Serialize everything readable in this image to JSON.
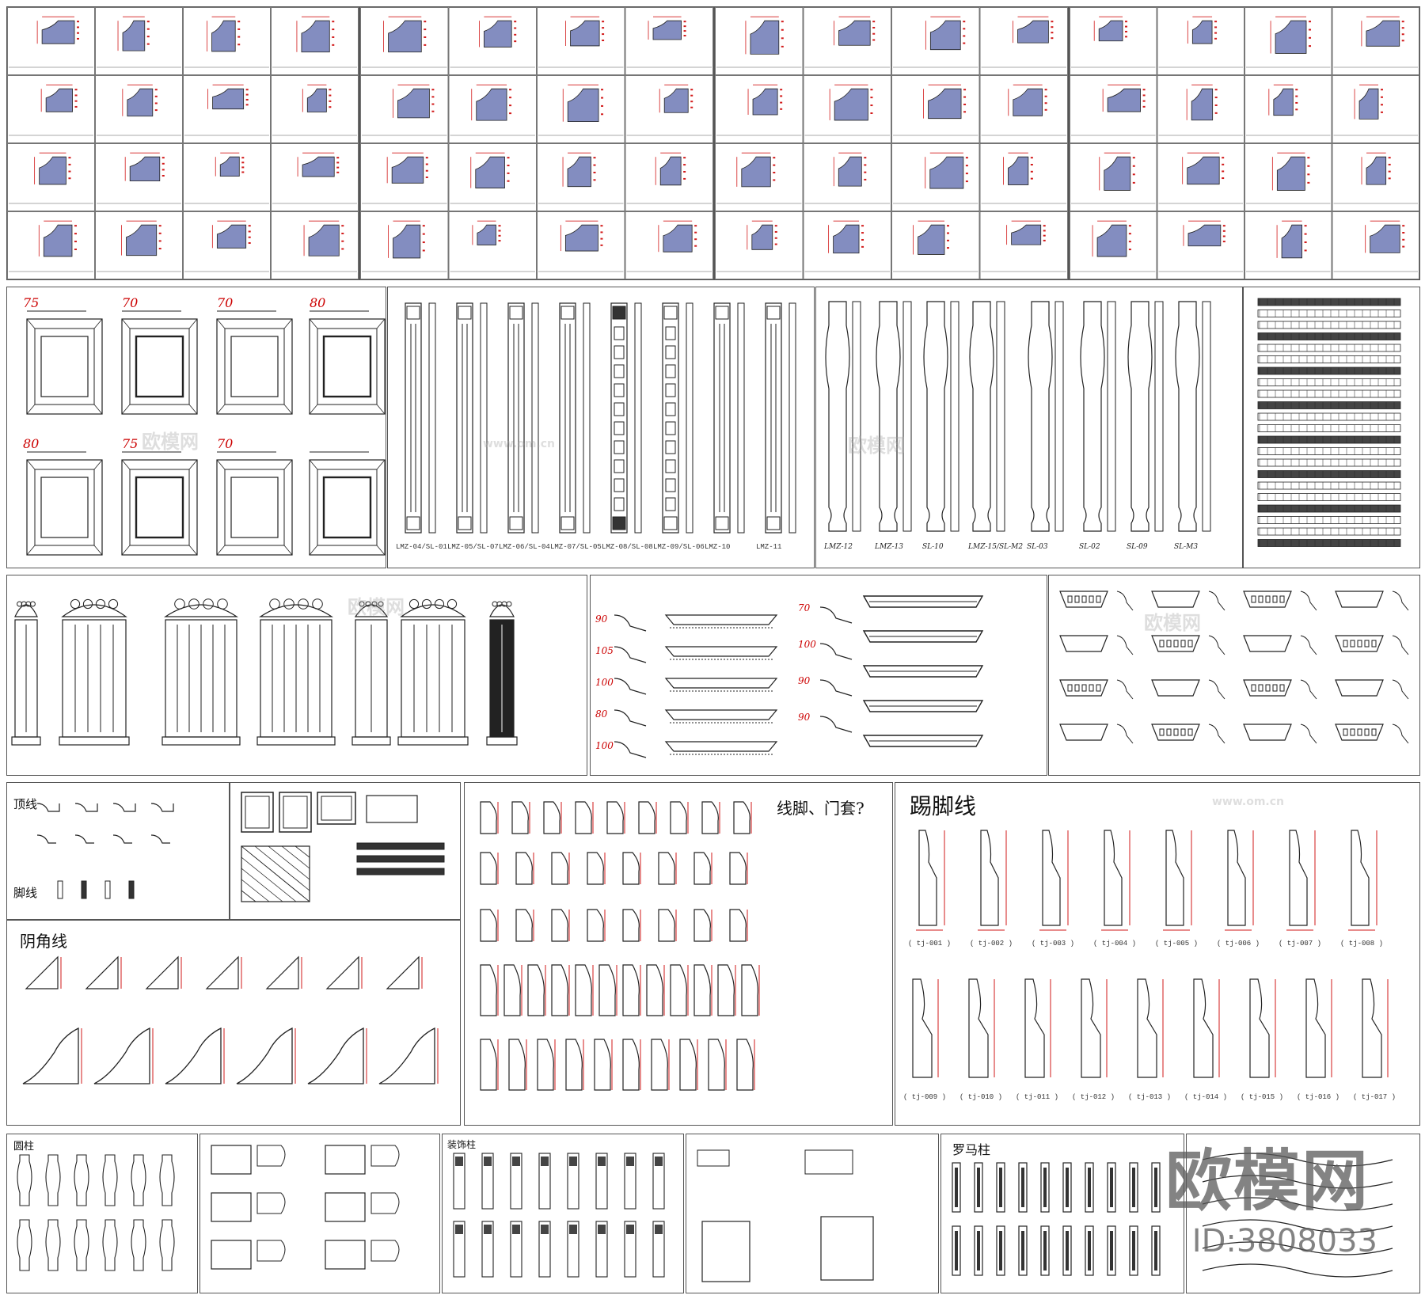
{
  "sheet": {
    "section_titles": {
      "crown": "顶线",
      "foot": "脚线",
      "inner_corner": "阴角线",
      "door_trim": "线脚、门套?",
      "skirting": "踢脚线",
      "round_column": "圆柱",
      "decor_column": "装饰柱",
      "roman_column": "罗马柱"
    },
    "panel_labels": [
      "75",
      "70",
      "70",
      "80",
      "80",
      "75",
      "70"
    ],
    "pilaster_labels": [
      "LMZ-04/SL-01",
      "LMZ-05/SL-07",
      "LMZ-06/SL-04",
      "LMZ-07/SL-05",
      "LMZ-08/SL-08",
      "LMZ-09/SL-06",
      "LMZ-10",
      "LMZ-11"
    ],
    "baluster_labels": [
      "LMZ-12",
      "LMZ-13",
      "SL-10",
      "LMZ-15/SL-M2",
      "SL-03",
      "SL-02",
      "SL-09",
      "SL-M3"
    ],
    "cornice_dims": [
      "90",
      "105",
      "100",
      "80",
      "100",
      "70",
      "100",
      "90",
      "90"
    ],
    "skirting_top": [
      "( tj-001 )",
      "( tj-002 )",
      "( tj-003 )",
      "( tj-004 )",
      "( tj-005 )",
      "( tj-006 )",
      "( tj-007 )",
      "( tj-008 )"
    ],
    "skirting_bottom": [
      "( tj-009 )",
      "( tj-010 )",
      "( tj-011 )",
      "( tj-012 )",
      "( tj-013 )",
      "( tj-014 )",
      "( tj-015 )",
      "( tj-016 )",
      "( tj-017 )"
    ],
    "brand": "欧模网",
    "brand_id": "ID:3808033",
    "watermark": "欧模网",
    "watermark_url": "www.om.cn"
  },
  "colors": {
    "line": "#222222",
    "dim_red": "#d21a1a",
    "hatch_blue": "#1d2f8c",
    "frame": "#555555"
  }
}
